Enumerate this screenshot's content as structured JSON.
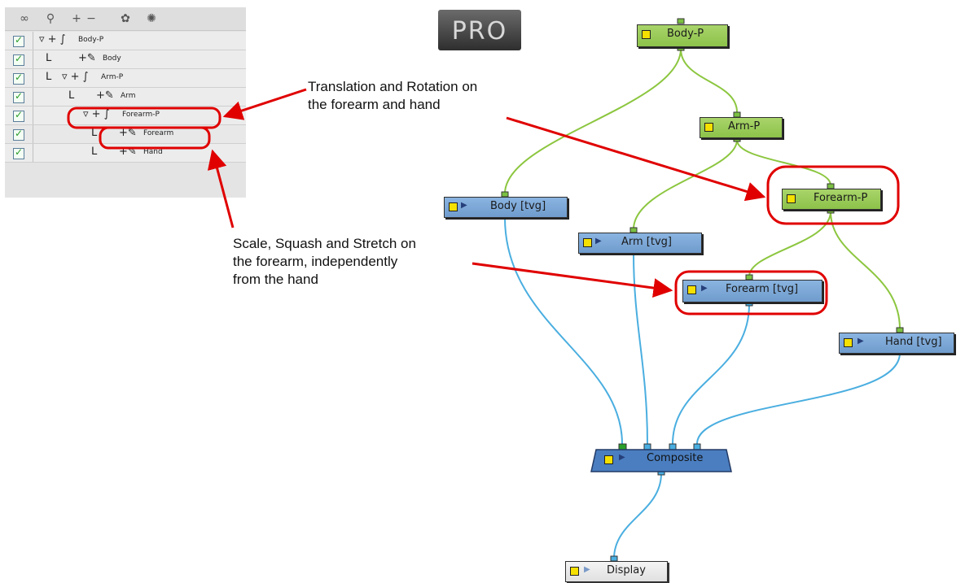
{
  "badge": "PRO",
  "timeline": {
    "rows": [
      {
        "label": "Body-P",
        "kind": "peg"
      },
      {
        "label": "Body",
        "kind": "drawing"
      },
      {
        "label": "Arm-P",
        "kind": "peg"
      },
      {
        "label": "Arm",
        "kind": "drawing"
      },
      {
        "label": "Forearm-P",
        "kind": "peg"
      },
      {
        "label": "Forearm",
        "kind": "drawing"
      },
      {
        "label": "Hand",
        "kind": "drawing"
      }
    ]
  },
  "nodes": {
    "body_p": "Body-P",
    "arm_p": "Arm-P",
    "forearm_p": "Forearm-P",
    "body": "Body [tvg]",
    "arm": "Arm [tvg]",
    "forearm": "Forearm [tvg]",
    "hand": "Hand [tvg]",
    "composite": "Composite",
    "display": "Display"
  },
  "annotations": {
    "translation_line1": "Translation and Rotation on",
    "translation_line2": "the forearm and hand",
    "scale_line1": "Scale, Squash and Stretch on",
    "scale_line2": "the forearm, independently",
    "scale_line3": "from the hand"
  },
  "colors": {
    "peg_node": "#8cc24a",
    "drawing_node": "#6f9ccd",
    "green_wire": "#8cc63f",
    "blue_wire": "#4aaee0",
    "highlight": "#e00000"
  }
}
